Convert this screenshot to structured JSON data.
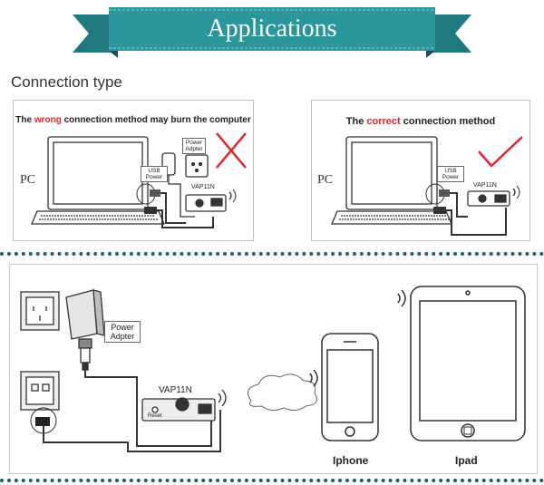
{
  "banner": {
    "title": "Applications",
    "color": "#28969a"
  },
  "section": {
    "title": "Connection type"
  },
  "wrong_panel": {
    "caption_prefix": "The",
    "caption_highlight": "wrong",
    "caption_suffix": "connection method may burn the computer",
    "pc_label": "PC",
    "usb_power_label": "USB Power",
    "power_adapter_label": "Power Adpter",
    "device_label": "VAP11N",
    "mark_color": "#e0262b"
  },
  "correct_panel": {
    "caption_prefix": "The",
    "caption_highlight": "correct",
    "caption_suffix": "connection method",
    "pc_label": "PC",
    "usb_power_label": "USB Power",
    "device_label": "VAP11N",
    "mark_color": "#e0262b"
  },
  "bottom_panel": {
    "power_adapter_label": "Power Adpter",
    "device_label": "VAP11N",
    "reset_label": "Reset",
    "iphone_label": "Iphone",
    "ipad_label": "Ipad"
  }
}
